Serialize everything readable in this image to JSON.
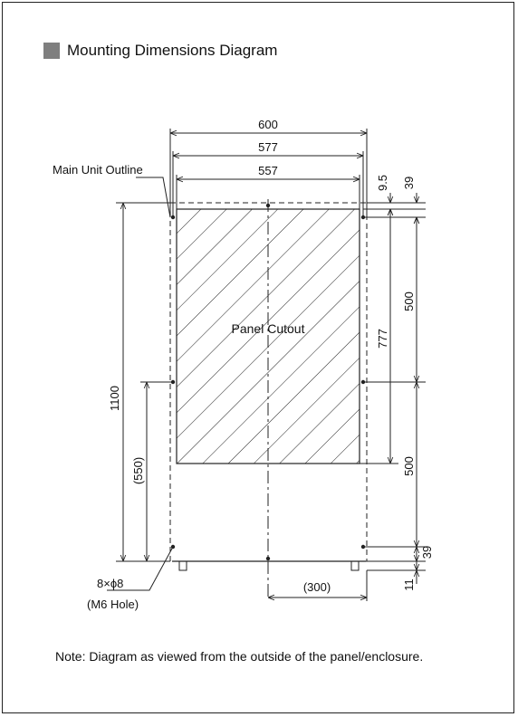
{
  "header": {
    "title": "Mounting Dimensions Diagram",
    "bullet_icon": "square-bullet-icon"
  },
  "labels": {
    "main_unit_outline": "Main Unit Outline",
    "panel_cutout": "Panel Cutout",
    "hole_spec": "8×ϕ8",
    "hole_type": "(M6 Hole)"
  },
  "dimensions": {
    "overall_width": "600",
    "hole_pitch_width": "577",
    "cutout_width": "557",
    "top_offset_small": "9.5",
    "top_offset": "39",
    "overall_height": "1100",
    "half_height": "(550)",
    "cutout_height": "777",
    "hole_pitch_upper": "500",
    "hole_pitch_lower": "500",
    "bottom_offset": "39",
    "foot_height": "11",
    "half_width": "(300)"
  },
  "note": "Note: Diagram as viewed from the outside of the panel/enclosure."
}
